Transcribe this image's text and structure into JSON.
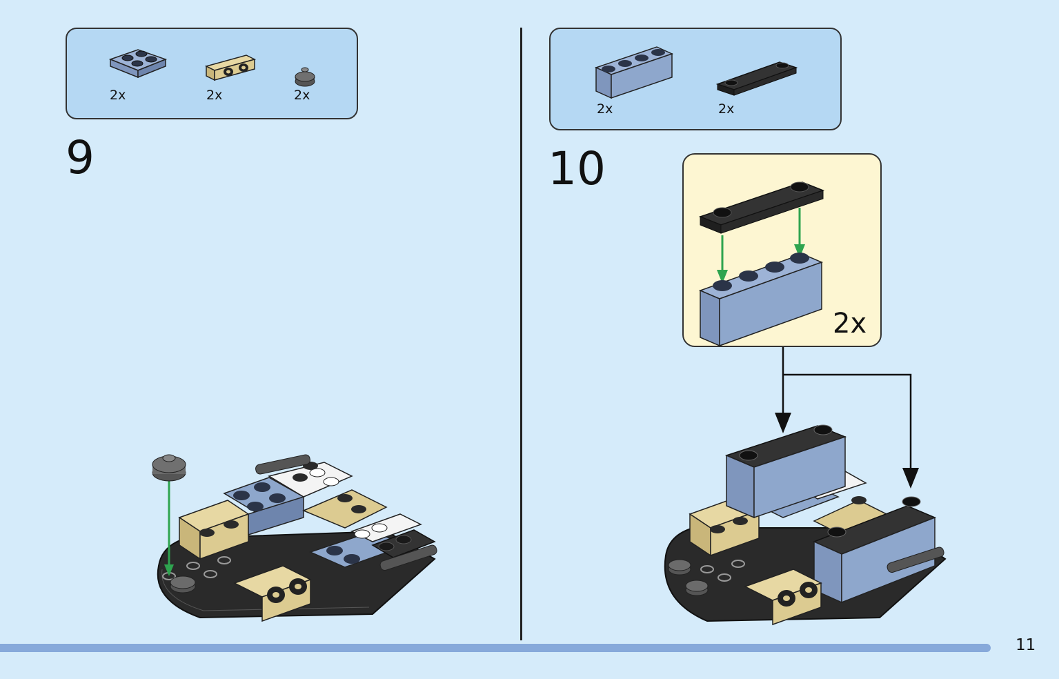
{
  "page": {
    "number": "11"
  },
  "step9": {
    "number": "9",
    "parts": [
      {
        "name": "blue-2x2-plate",
        "qty": "2x"
      },
      {
        "name": "tan-bracket-plate",
        "qty": "2x"
      },
      {
        "name": "dark-gray-round-plate",
        "qty": "2x"
      }
    ]
  },
  "step10": {
    "number": "10",
    "parts": [
      {
        "name": "blue-1x4-brick",
        "qty": "2x"
      },
      {
        "name": "black-1x4-tile",
        "qty": "2x"
      }
    ],
    "subassembly_qty": "2x"
  },
  "colors": {
    "background": "#d5ebfa",
    "parts_box": "#b5d8f3",
    "callout": "#fdf6d2",
    "arrow_green": "#2ea44f",
    "footer_bar": "#87a9da",
    "brick_blue": "#8ea7cc",
    "brick_black": "#2a2a2a",
    "brick_tan": "#dccb91",
    "brick_dark_gray": "#6b6b6b"
  }
}
